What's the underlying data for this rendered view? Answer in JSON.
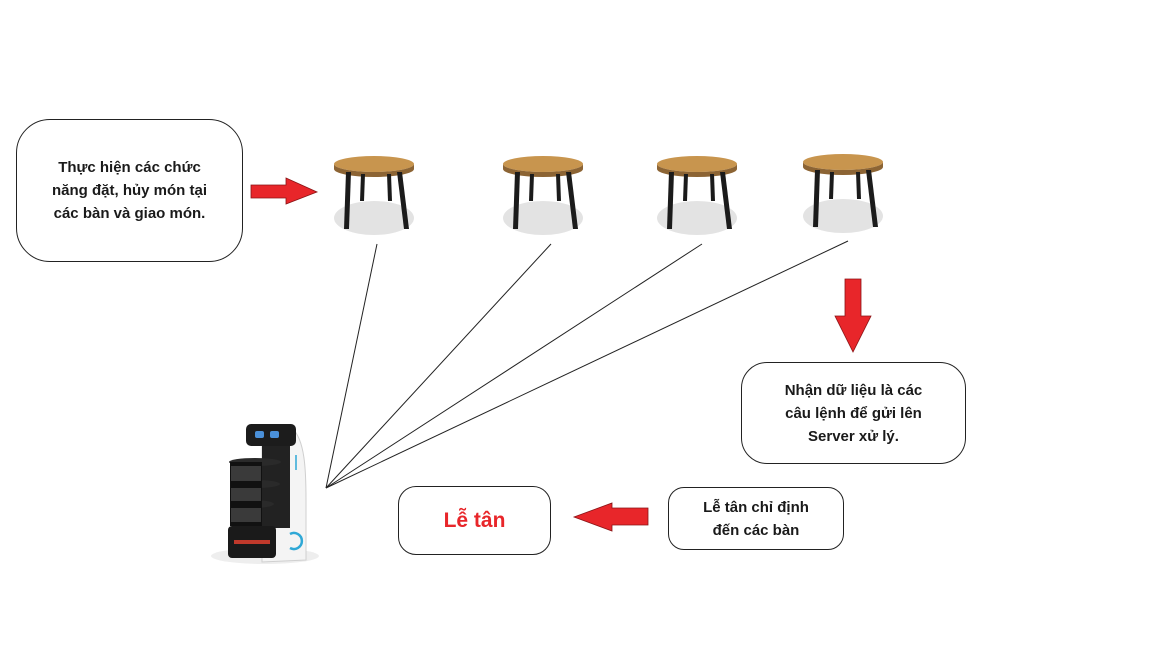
{
  "boxes": {
    "functions": "Thực hiện các chức\nnăng đặt, hủy món tại\ncác bàn và giao món.",
    "data": "Nhận dữ liệu là các\ncâu lệnh để gửi lên\nServer xử lý.",
    "assign": "Lễ tân chỉ định\nđến các bàn",
    "reception": "Lễ tân"
  },
  "colors": {
    "arrow": "#e8262a",
    "table_top": "#c8954e",
    "table_leg": "#1b1b1b",
    "shadow": "#e3e3e3",
    "line": "#222222"
  },
  "icons": [
    "table-icon",
    "robot-icon",
    "arrow-right-icon",
    "arrow-down-icon",
    "arrow-left-icon"
  ]
}
